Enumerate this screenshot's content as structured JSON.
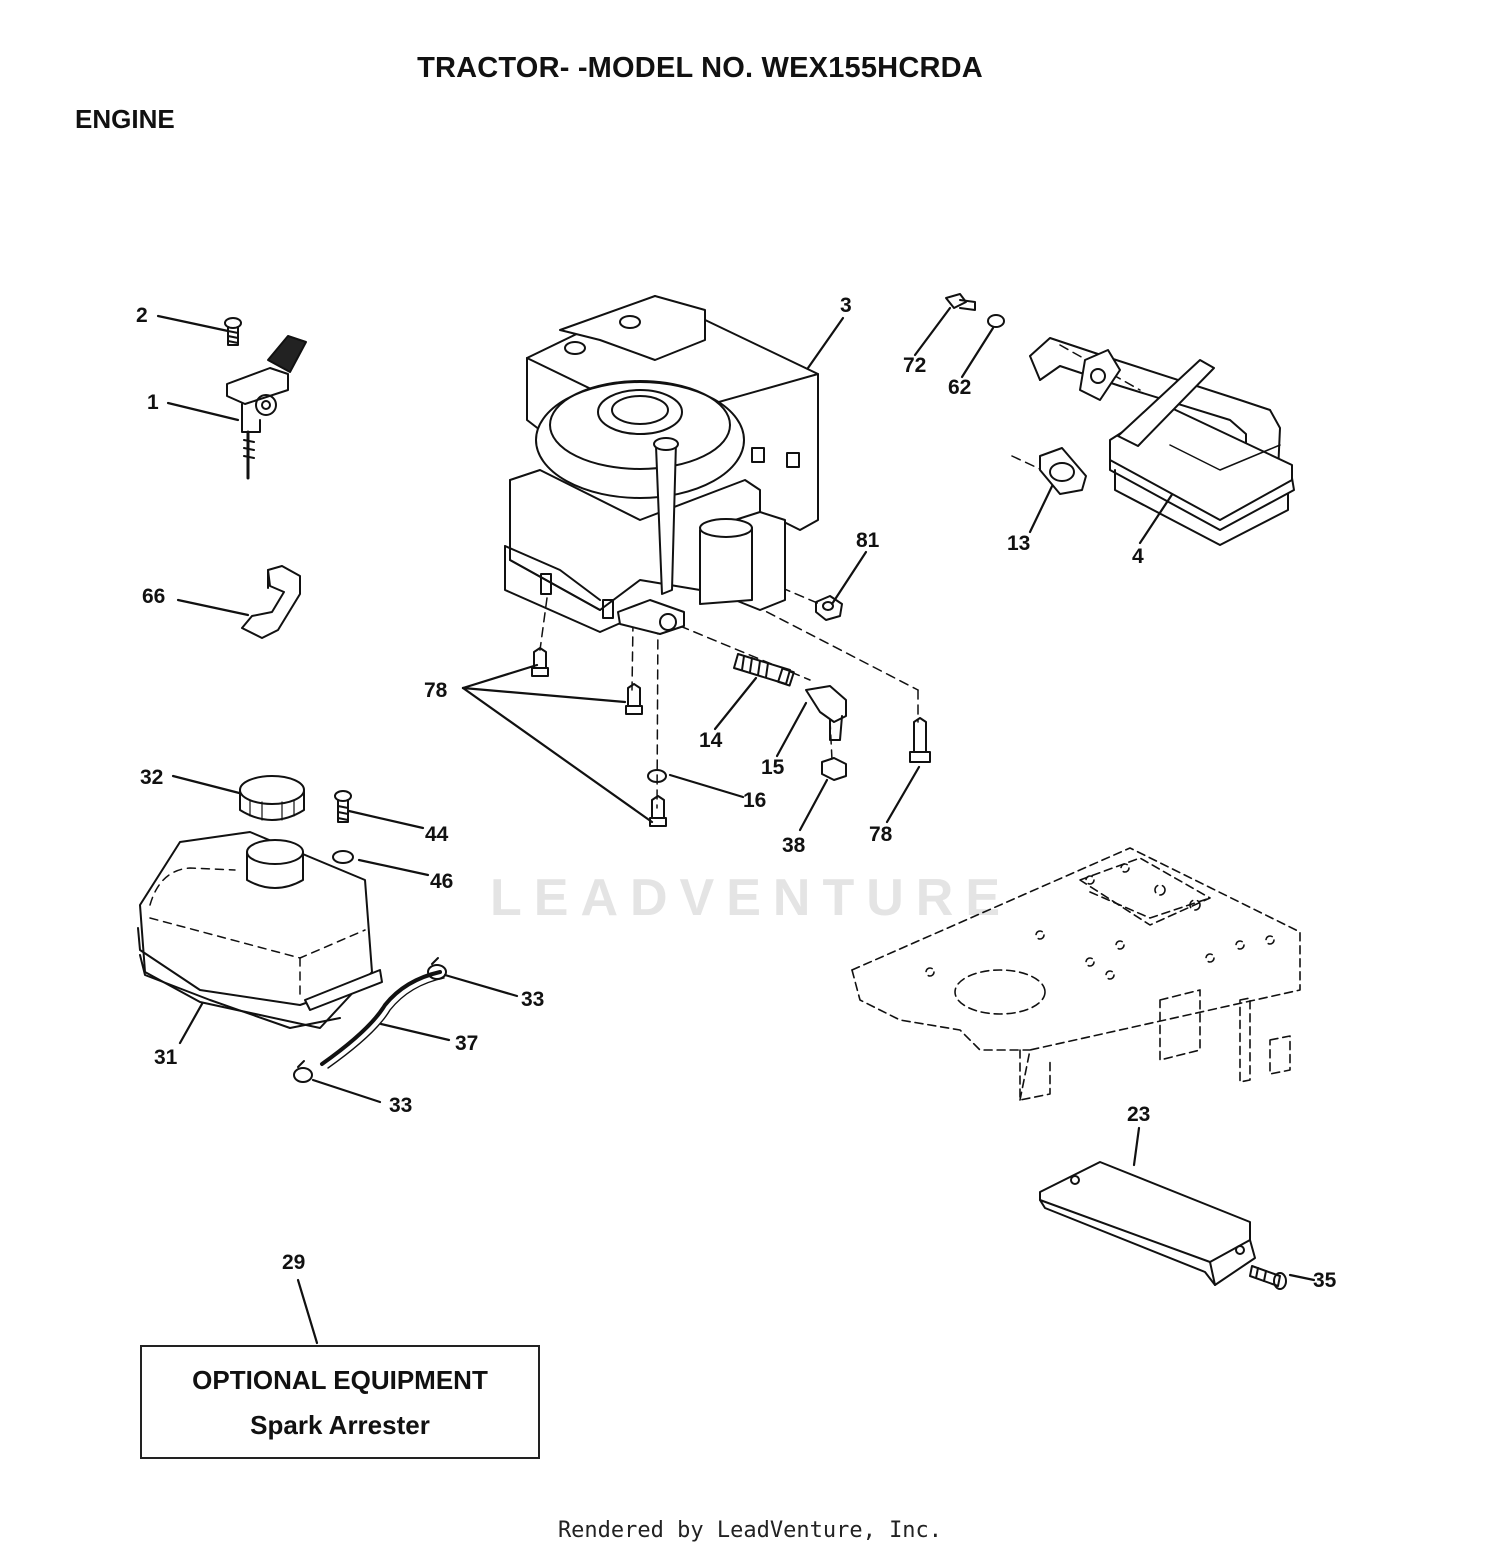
{
  "header": {
    "title": "TRACTOR- -MODEL NO. WEX155HCRDA",
    "section": "ENGINE"
  },
  "watermark": "LEADVENTURE",
  "callouts": [
    {
      "id": "c2",
      "label": "2"
    },
    {
      "id": "c1",
      "label": "1"
    },
    {
      "id": "c66",
      "label": "66"
    },
    {
      "id": "c3",
      "label": "3"
    },
    {
      "id": "c72",
      "label": "72"
    },
    {
      "id": "c62",
      "label": "62"
    },
    {
      "id": "c13",
      "label": "13"
    },
    {
      "id": "c4",
      "label": "4"
    },
    {
      "id": "c81",
      "label": "81"
    },
    {
      "id": "c78a",
      "label": "78"
    },
    {
      "id": "c14",
      "label": "14"
    },
    {
      "id": "c15",
      "label": "15"
    },
    {
      "id": "c16",
      "label": "16"
    },
    {
      "id": "c38",
      "label": "38"
    },
    {
      "id": "c78b",
      "label": "78"
    },
    {
      "id": "c32",
      "label": "32"
    },
    {
      "id": "c44",
      "label": "44"
    },
    {
      "id": "c46",
      "label": "46"
    },
    {
      "id": "c33a",
      "label": "33"
    },
    {
      "id": "c37",
      "label": "37"
    },
    {
      "id": "c31",
      "label": "31"
    },
    {
      "id": "c33b",
      "label": "33"
    },
    {
      "id": "c23",
      "label": "23"
    },
    {
      "id": "c35",
      "label": "35"
    },
    {
      "id": "c29",
      "label": "29"
    }
  ],
  "optional_box": {
    "line1": "OPTIONAL EQUIPMENT",
    "line2": "Spark Arrester"
  },
  "footer": "Rendered by LeadVenture, Inc."
}
